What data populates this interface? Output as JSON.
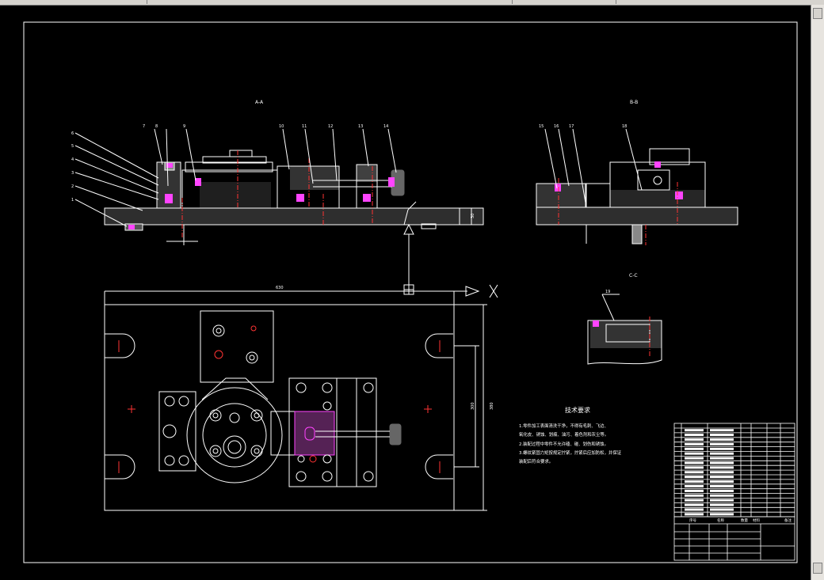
{
  "window": {
    "title": ""
  },
  "drawing": {
    "views": {
      "section_a": "A-A",
      "section_b": "B-B",
      "section_c": "C-C"
    },
    "dimensions": {
      "overall_width": "630",
      "side_height": "30",
      "vertical_a": "380",
      "vertical_b": "300",
      "axis_label": "X"
    },
    "balloons_left": [
      "6",
      "5",
      "4",
      "3",
      "2",
      "1"
    ],
    "balloons_top": [
      "7",
      "8",
      "9",
      "10",
      "11",
      "12",
      "13",
      "14"
    ],
    "balloons_right": [
      "15",
      "16",
      "17",
      "18"
    ],
    "balloon_c": "19",
    "notes": {
      "title": "技术要求",
      "lines": [
        "1.零件加工表面清洗干净，不得有毛刺、飞边、",
        "氧化皮、锈蚀、划痕、油污、着色剂和灰尘等。",
        "2.装配过程中零件不允许磕、碰、划伤和锈蚀。",
        "3.螺纹紧固力矩按规定拧紧，拧紧后应加防松，并保证",
        "装配后符合要求。"
      ]
    },
    "title_block": {
      "labels": [
        "序号",
        "名称",
        "数量",
        "材料",
        "备注"
      ]
    }
  }
}
